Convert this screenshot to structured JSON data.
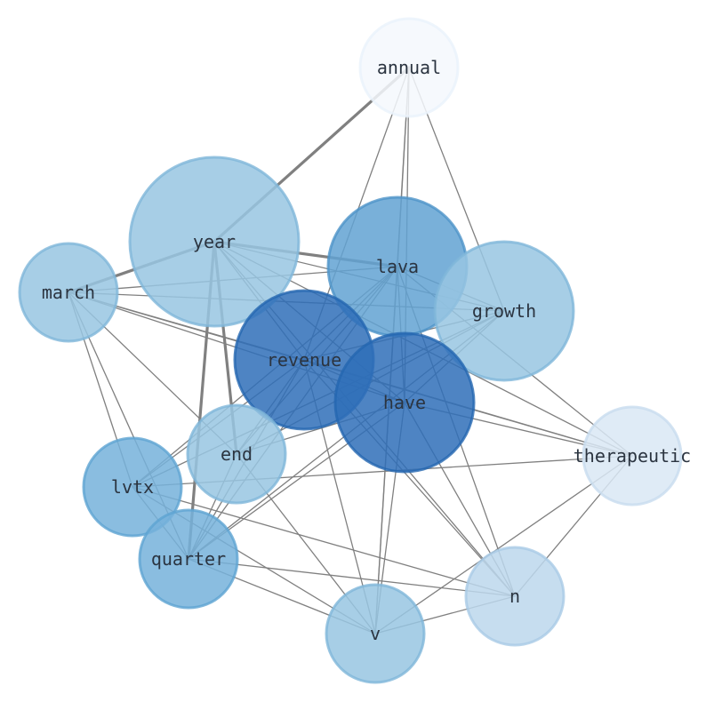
{
  "graph": {
    "nodes": [
      {
        "id": "annual",
        "label": "annual",
        "color": "#f4f8fd",
        "stroke": "#eaf2fb"
      },
      {
        "id": "year",
        "label": "year",
        "color": "#98c6e2",
        "stroke": "#7fb6da"
      },
      {
        "id": "lava",
        "label": "lava",
        "color": "#62a2d2",
        "stroke": "#4d93c8"
      },
      {
        "id": "march",
        "label": "march",
        "color": "#98c6e2",
        "stroke": "#7fb6da"
      },
      {
        "id": "growth",
        "label": "growth",
        "color": "#98c6e2",
        "stroke": "#7fb6da"
      },
      {
        "id": "revenue",
        "label": "revenue",
        "color": "#2f6fb8",
        "stroke": "#2466b0"
      },
      {
        "id": "have",
        "label": "have",
        "color": "#2f6fb8",
        "stroke": "#2466b0"
      },
      {
        "id": "end",
        "label": "end",
        "color": "#98c6e2",
        "stroke": "#7fb6da"
      },
      {
        "id": "therapeutic",
        "label": "therapeutic",
        "color": "#d9e7f5",
        "stroke": "#c8dcef"
      },
      {
        "id": "lvtx",
        "label": "lvtx",
        "color": "#75b2da",
        "stroke": "#5ea4d2"
      },
      {
        "id": "quarter",
        "label": "quarter",
        "color": "#75b2da",
        "stroke": "#5ea4d2"
      },
      {
        "id": "n",
        "label": "n",
        "color": "#bcd7ec",
        "stroke": "#a9cbe6"
      },
      {
        "id": "v",
        "label": "v",
        "color": "#98c6e2",
        "stroke": "#7fb6da"
      }
    ],
    "edges": [
      {
        "source": "annual",
        "target": "year",
        "weight": 2
      },
      {
        "source": "annual",
        "target": "lava",
        "weight": 1
      },
      {
        "source": "annual",
        "target": "growth",
        "weight": 1
      },
      {
        "source": "annual",
        "target": "have",
        "weight": 1
      },
      {
        "source": "annual",
        "target": "revenue",
        "weight": 1
      },
      {
        "source": "year",
        "target": "lava",
        "weight": 2
      },
      {
        "source": "year",
        "target": "march",
        "weight": 2
      },
      {
        "source": "year",
        "target": "end",
        "weight": 2
      },
      {
        "source": "year",
        "target": "quarter",
        "weight": 2
      },
      {
        "source": "year",
        "target": "growth",
        "weight": 1
      },
      {
        "source": "year",
        "target": "revenue",
        "weight": 1
      },
      {
        "source": "year",
        "target": "have",
        "weight": 1
      },
      {
        "source": "year",
        "target": "therapeutic",
        "weight": 1
      },
      {
        "source": "year",
        "target": "n",
        "weight": 1
      },
      {
        "source": "lava",
        "target": "march",
        "weight": 1
      },
      {
        "source": "lava",
        "target": "growth",
        "weight": 1
      },
      {
        "source": "lava",
        "target": "revenue",
        "weight": 1
      },
      {
        "source": "lava",
        "target": "have",
        "weight": 1
      },
      {
        "source": "lava",
        "target": "end",
        "weight": 1
      },
      {
        "source": "lava",
        "target": "lvtx",
        "weight": 1
      },
      {
        "source": "lava",
        "target": "quarter",
        "weight": 1
      },
      {
        "source": "lava",
        "target": "n",
        "weight": 1
      },
      {
        "source": "lava",
        "target": "v",
        "weight": 1
      },
      {
        "source": "lava",
        "target": "therapeutic",
        "weight": 1
      },
      {
        "source": "march",
        "target": "revenue",
        "weight": 1
      },
      {
        "source": "march",
        "target": "have",
        "weight": 1
      },
      {
        "source": "march",
        "target": "growth",
        "weight": 1
      },
      {
        "source": "march",
        "target": "end",
        "weight": 1
      },
      {
        "source": "march",
        "target": "lvtx",
        "weight": 1
      },
      {
        "source": "march",
        "target": "quarter",
        "weight": 1
      },
      {
        "source": "march",
        "target": "therapeutic",
        "weight": 1
      },
      {
        "source": "growth",
        "target": "revenue",
        "weight": 1
      },
      {
        "source": "growth",
        "target": "have",
        "weight": 1
      },
      {
        "source": "growth",
        "target": "end",
        "weight": 1
      },
      {
        "source": "growth",
        "target": "lvtx",
        "weight": 1
      },
      {
        "source": "growth",
        "target": "quarter",
        "weight": 1
      },
      {
        "source": "revenue",
        "target": "have",
        "weight": 1
      },
      {
        "source": "revenue",
        "target": "end",
        "weight": 1
      },
      {
        "source": "revenue",
        "target": "lvtx",
        "weight": 1
      },
      {
        "source": "revenue",
        "target": "quarter",
        "weight": 1
      },
      {
        "source": "revenue",
        "target": "v",
        "weight": 1
      },
      {
        "source": "revenue",
        "target": "n",
        "weight": 1
      },
      {
        "source": "revenue",
        "target": "therapeutic",
        "weight": 1
      },
      {
        "source": "have",
        "target": "end",
        "weight": 1
      },
      {
        "source": "have",
        "target": "quarter",
        "weight": 1
      },
      {
        "source": "have",
        "target": "v",
        "weight": 1
      },
      {
        "source": "have",
        "target": "n",
        "weight": 1
      },
      {
        "source": "have",
        "target": "therapeutic",
        "weight": 1
      },
      {
        "source": "end",
        "target": "v",
        "weight": 1
      },
      {
        "source": "end",
        "target": "quarter",
        "weight": 1
      },
      {
        "source": "lvtx",
        "target": "therapeutic",
        "weight": 1
      },
      {
        "source": "lvtx",
        "target": "quarter",
        "weight": 1
      },
      {
        "source": "lvtx",
        "target": "n",
        "weight": 1
      },
      {
        "source": "lvtx",
        "target": "v",
        "weight": 1
      },
      {
        "source": "quarter",
        "target": "n",
        "weight": 1
      },
      {
        "source": "quarter",
        "target": "v",
        "weight": 1
      },
      {
        "source": "therapeutic",
        "target": "v",
        "weight": 1
      },
      {
        "source": "therapeutic",
        "target": "n",
        "weight": 1
      },
      {
        "source": "n",
        "target": "v",
        "weight": 1
      },
      {
        "source": "annual",
        "target": "v",
        "weight": 1
      }
    ]
  }
}
